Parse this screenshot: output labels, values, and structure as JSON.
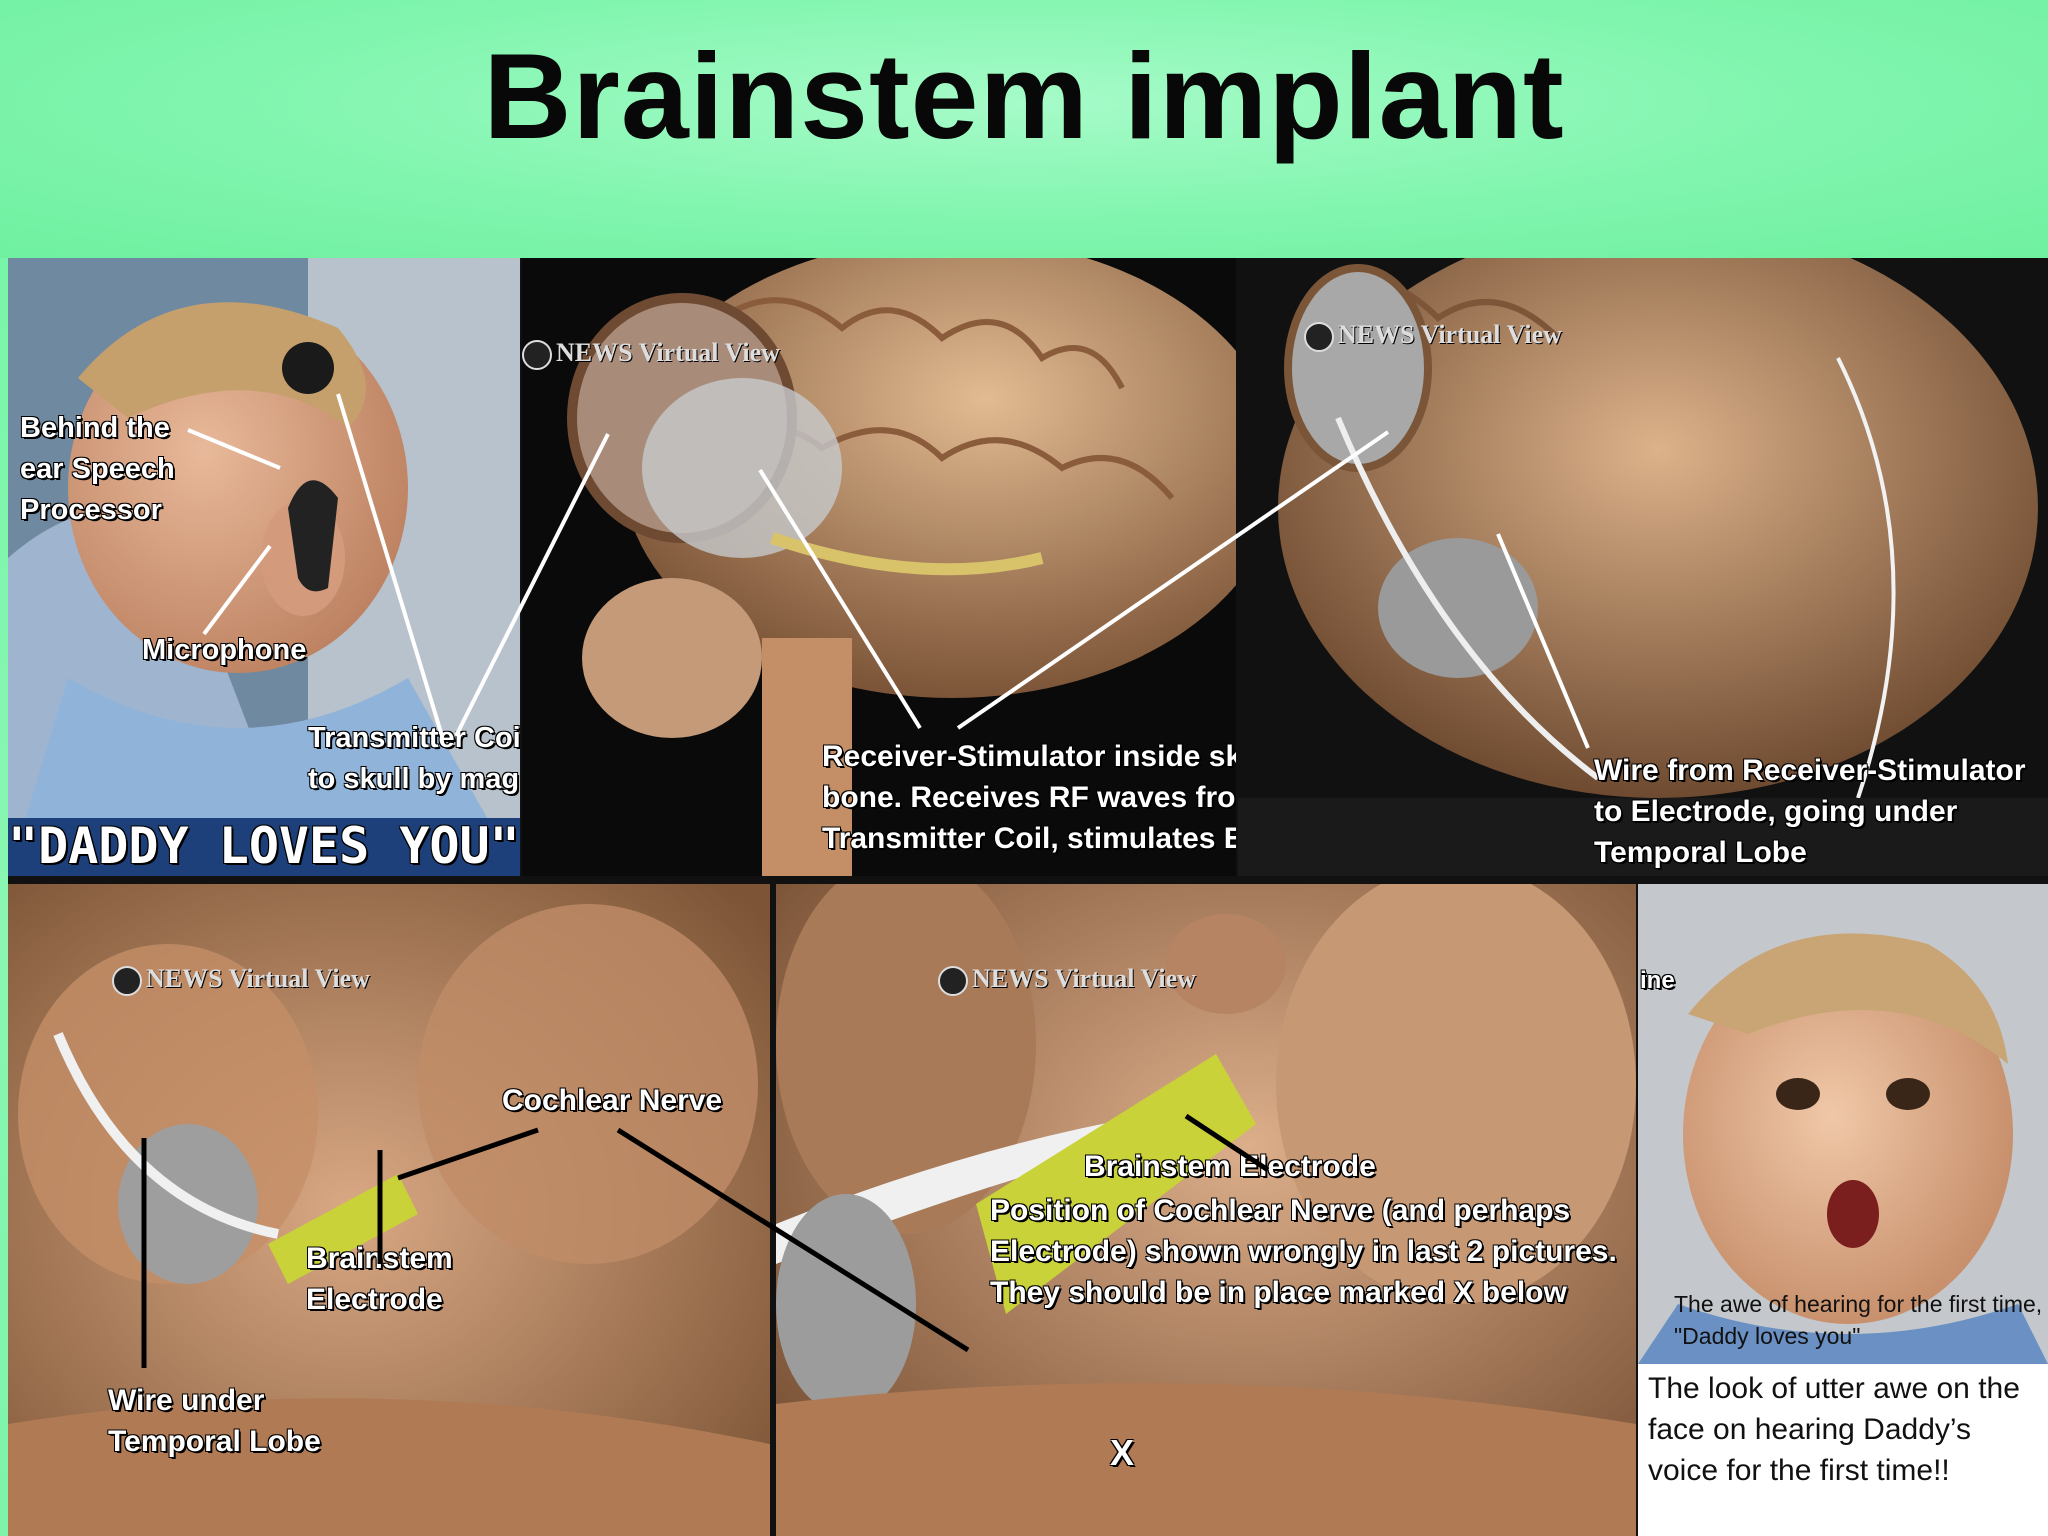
{
  "slide": {
    "title": "Brainstem implant"
  },
  "panels": {
    "boy_photo": {
      "banner": "\"DADDY LOVES YOU\"",
      "labels": {
        "speech_processor": "Behind the\near Speech\nProcessor",
        "microphone": "Microphone",
        "transmitter_coil": "Transmitter Coil (attached\nto skull by magnet)"
      }
    },
    "brain_view_1": {
      "logo": "NEWS Virtual View",
      "label": "Receiver-Stimulator inside skull\nbone. Receives RF waves from\nTransmitter Coil, stimulates Electrode"
    },
    "brain_view_2": {
      "logo": "NEWS Virtual View",
      "label": "Wire from Receiver-Stimulator\nto Electrode, going under\nTemporal Lobe"
    },
    "brain_view_3": {
      "logo": "NEWS Virtual View",
      "labels": {
        "cochlear_nerve": "Cochlear Nerve",
        "brainstem_electrode": "Brainstem\nElectrode",
        "wire": "Wire under\nTemporal Lobe"
      }
    },
    "brain_view_4": {
      "logo": "NEWS Virtual View",
      "labels": {
        "brainstem_electrode": "Brainstem Electrode",
        "note": "Position of Cochlear Nerve (and perhaps\nElectrode) shown wrongly in last 2 pictures.\nThey should be in place marked X below",
        "x_mark": "X"
      }
    },
    "boy_face": {
      "corner_text": "ine",
      "caption_small": "The awe of hearing for the first time,\n\"Daddy loves you\"",
      "caption": "The look of utter awe on the\nface on hearing Daddy’s\nvoice for the first time!!"
    }
  },
  "colors": {
    "header_green": "#80f5ae",
    "brain_tan": "#c89a72",
    "electrode_yellow": "#c9d238"
  }
}
